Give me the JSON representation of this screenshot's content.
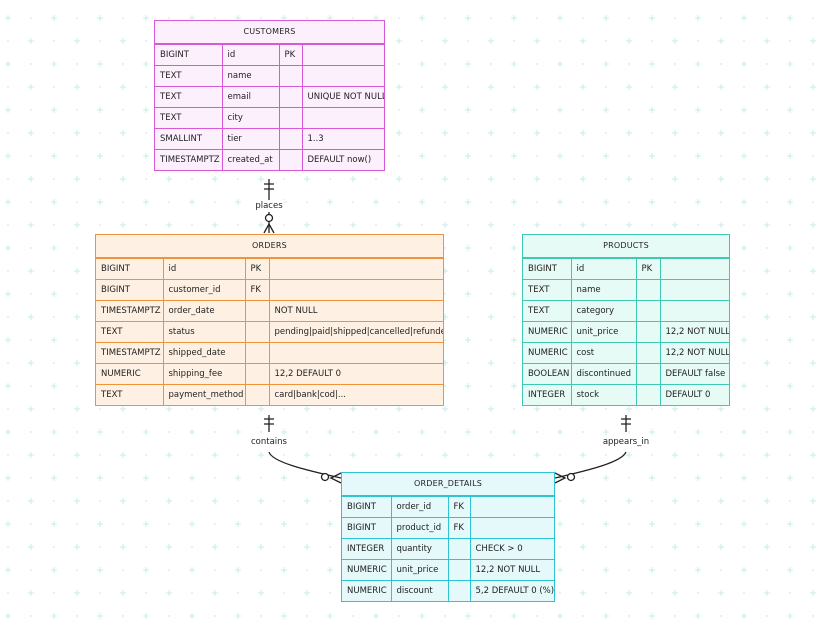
{
  "entities": {
    "customers": {
      "title": "CUSTOMERS",
      "rows": [
        [
          "BIGINT",
          "id",
          "PK",
          ""
        ],
        [
          "TEXT",
          "name",
          "",
          ""
        ],
        [
          "TEXT",
          "email",
          "",
          "UNIQUE NOT NULL"
        ],
        [
          "TEXT",
          "city",
          "",
          ""
        ],
        [
          "SMALLINT",
          "tier",
          "",
          "1..3"
        ],
        [
          "TIMESTAMPTZ",
          "created_at",
          "",
          "DEFAULT now()"
        ]
      ]
    },
    "orders": {
      "title": "ORDERS",
      "rows": [
        [
          "BIGINT",
          "id",
          "PK",
          ""
        ],
        [
          "BIGINT",
          "customer_id",
          "FK",
          ""
        ],
        [
          "TIMESTAMPTZ",
          "order_date",
          "",
          "NOT NULL"
        ],
        [
          "TEXT",
          "status",
          "",
          "pending|paid|shipped|cancelled|refunded"
        ],
        [
          "TIMESTAMPTZ",
          "shipped_date",
          "",
          ""
        ],
        [
          "NUMERIC",
          "shipping_fee",
          "",
          "12,2 DEFAULT 0"
        ],
        [
          "TEXT",
          "payment_method",
          "",
          "card|bank|cod|..."
        ]
      ]
    },
    "products": {
      "title": "PRODUCTS",
      "rows": [
        [
          "BIGINT",
          "id",
          "PK",
          ""
        ],
        [
          "TEXT",
          "name",
          "",
          ""
        ],
        [
          "TEXT",
          "category",
          "",
          ""
        ],
        [
          "NUMERIC",
          "unit_price",
          "",
          "12,2 NOT NULL"
        ],
        [
          "NUMERIC",
          "cost",
          "",
          "12,2 NOT NULL"
        ],
        [
          "BOOLEAN",
          "discontinued",
          "",
          "DEFAULT false"
        ],
        [
          "INTEGER",
          "stock",
          "",
          "DEFAULT 0"
        ]
      ]
    },
    "order_details": {
      "title": "ORDER_DETAILS",
      "rows": [
        [
          "BIGINT",
          "order_id",
          "FK",
          ""
        ],
        [
          "BIGINT",
          "product_id",
          "FK",
          ""
        ],
        [
          "INTEGER",
          "quantity",
          "",
          "CHECK > 0"
        ],
        [
          "NUMERIC",
          "unit_price",
          "",
          "12,2 NOT NULL"
        ],
        [
          "NUMERIC",
          "discount",
          "",
          "5,2 DEFAULT 0 (%)"
        ]
      ]
    }
  },
  "relationships": [
    {
      "label": "places"
    },
    {
      "label": "contains"
    },
    {
      "label": "appears_in"
    }
  ],
  "colors": {
    "customers": "#d957d9",
    "orders": "#f0933a",
    "products": "#3fc9b3",
    "order_details": "#2cc5d4",
    "grid": "#c9ece6"
  }
}
